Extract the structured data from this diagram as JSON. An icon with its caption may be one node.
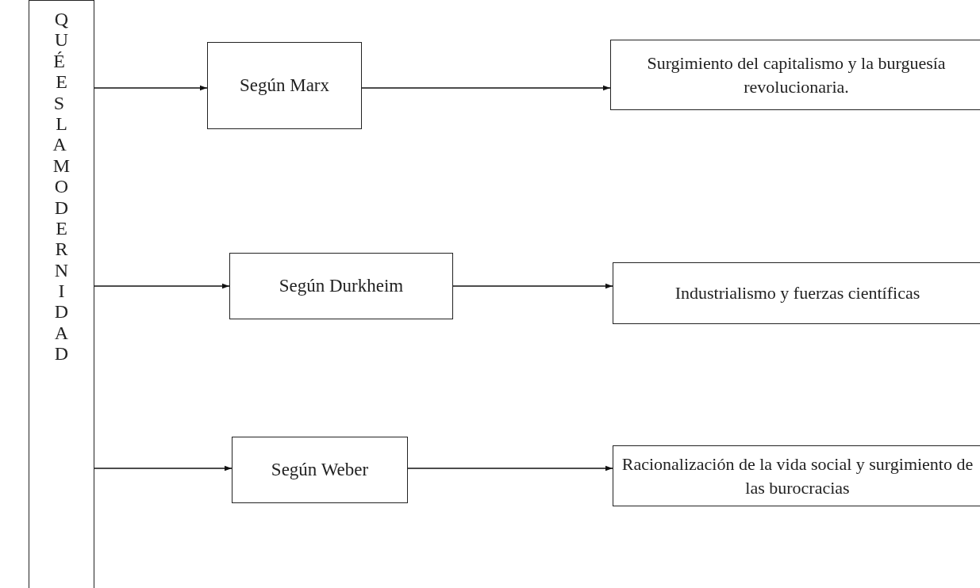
{
  "diagram": {
    "nodes": [
      {
        "text": [
          "QUÉ ES LA MODERNIDAD"
        ]
      },
      {
        "text": [
          "Según Marx"
        ]
      },
      {
        "text": [
          "Según Durkheim"
        ]
      },
      {
        "text": [
          "Según Weber"
        ]
      },
      {
        "text": [
          "Surgimiento del capitalismo y la burguesía revolucionaria."
        ]
      },
      {
        "text": [
          "Industrialismo y fuerzas científicas"
        ]
      },
      {
        "text": [
          "Racionalización de la vida social y surgimiento de las burocracias"
        ]
      }
    ],
    "edges": [
      {
        "from": 0,
        "to": 1,
        "arrow": "to"
      },
      {
        "from": 0,
        "to": 2,
        "arrow": "to"
      },
      {
        "from": 0,
        "to": 3,
        "arrow": "to"
      },
      {
        "from": 1,
        "to": 4,
        "arrow": "to"
      },
      {
        "from": 2,
        "to": 5,
        "arrow": "to"
      },
      {
        "from": 3,
        "to": 6,
        "arrow": "to"
      }
    ]
  }
}
